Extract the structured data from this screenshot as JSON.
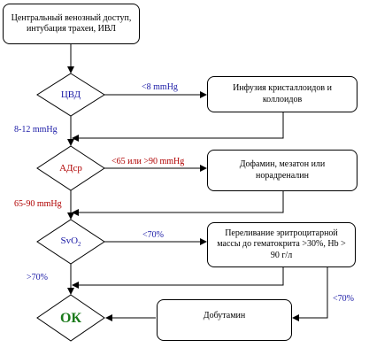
{
  "start": {
    "text": "Центральный венозный доступ, интубация трахеи, ИВЛ"
  },
  "decisions": {
    "cvp": "ЦВД",
    "map": "АДср",
    "svo2": {
      "base": "SvO",
      "sub": "2"
    },
    "ok": "ОК"
  },
  "actions": {
    "crystalloids": "Инфузия кристаллоидов и коллоидов",
    "vasopressors": "Дофамин, мезатон или норадреналин",
    "transfusion": "Переливание эритроцитарной массы до гематокрита >30%, Hb > 90 г/л",
    "dobutamine": "Добутамин"
  },
  "labels": {
    "cvp_low": "<8 mmHg",
    "cvp_ok": "8-12 mmHg",
    "map_bad": "<65 или >90 mmHg",
    "map_ok": "65-90 mmHg",
    "svo2_low": "<70%",
    "svo2_ok": ">70%",
    "persist_low": "<70%"
  },
  "colors": {
    "blue": "#1a1aa6",
    "red": "#b00000",
    "ok_green": "#1a7a1a"
  }
}
